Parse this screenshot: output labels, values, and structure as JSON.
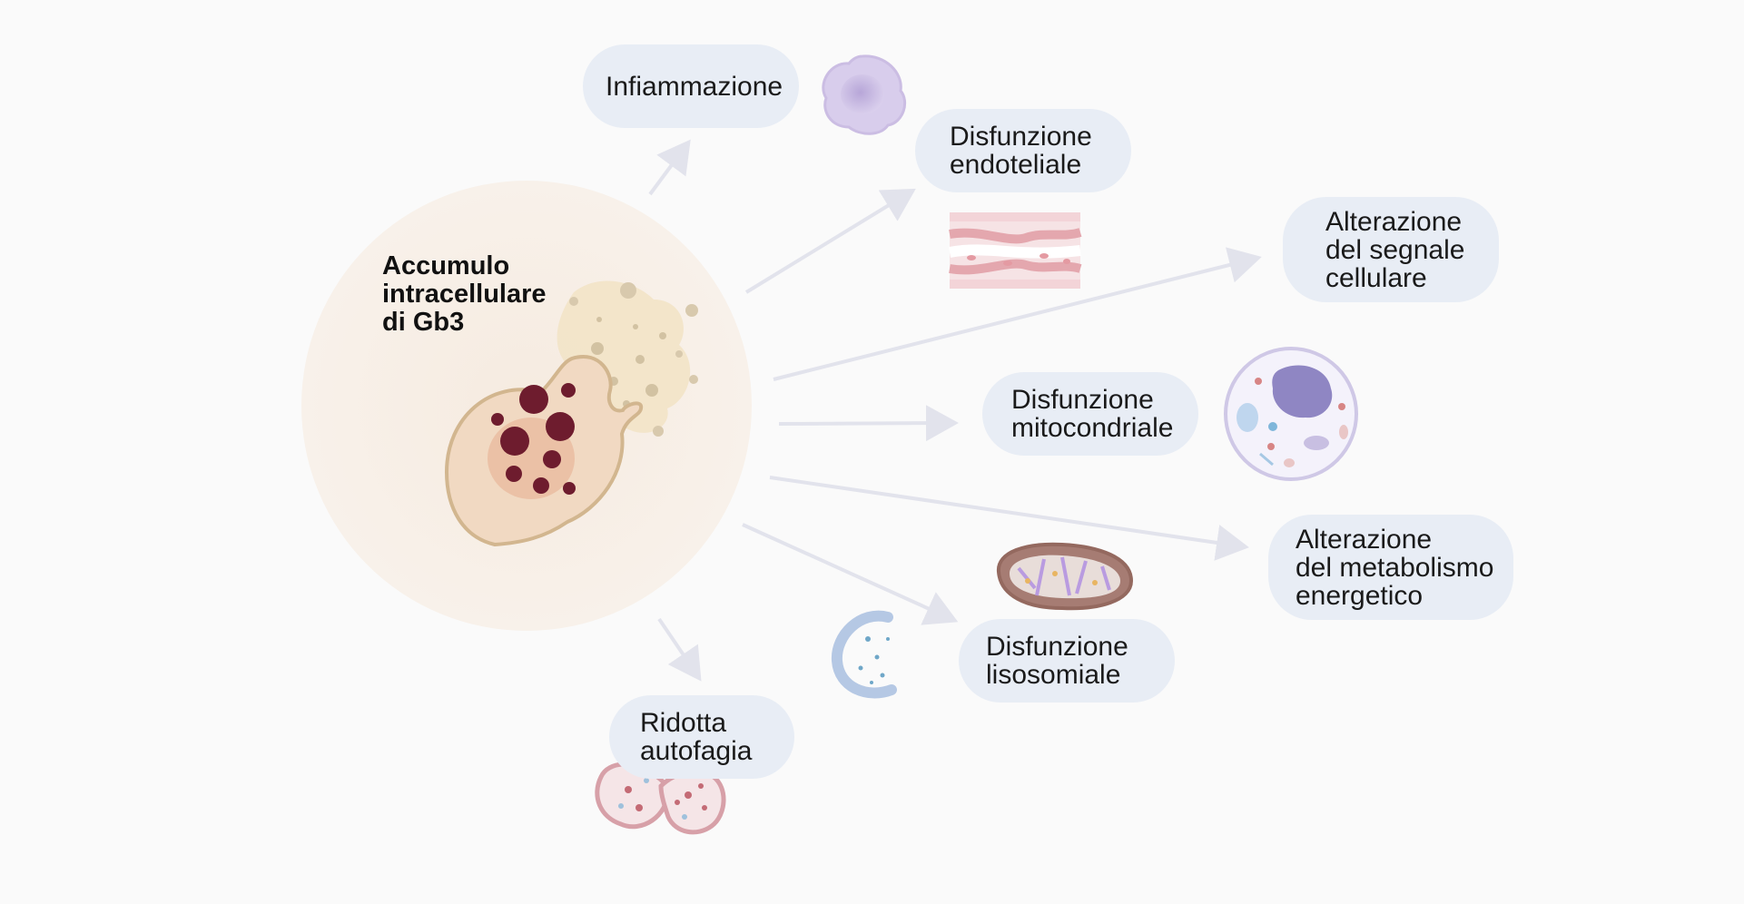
{
  "center": {
    "title_lines": [
      "Accumulo",
      "intracellulare",
      "di Gb3"
    ]
  },
  "effects": [
    {
      "id": "infiammazione",
      "lines": [
        "Infiammazione"
      ]
    },
    {
      "id": "disfunzione-endoteliale",
      "lines": [
        "Disfunzione",
        "endoteliale"
      ]
    },
    {
      "id": "alterazione-segnale",
      "lines": [
        "Alterazione",
        "del segnale",
        "cellulare"
      ]
    },
    {
      "id": "disfunzione-mitocondriale",
      "lines": [
        "Disfunzione",
        "mitocondriale"
      ]
    },
    {
      "id": "alterazione-metabolismo",
      "lines": [
        "Alterazione",
        "del metabolismo",
        "energetico"
      ]
    },
    {
      "id": "disfunzione-lisosomiale",
      "lines": [
        "Disfunzione",
        "lisosomiale"
      ]
    },
    {
      "id": "ridotta-autofagia",
      "lines": [
        "Ridotta",
        "autofagia"
      ]
    }
  ],
  "colors": {
    "pill_bg": "#e8edf5",
    "arrow": "#e2e3ec",
    "halo": "#f7efe7",
    "cell_fill": "#f1d9c2",
    "cell_stroke": "#d2b68f",
    "vesicle": "#6e1c2e"
  }
}
